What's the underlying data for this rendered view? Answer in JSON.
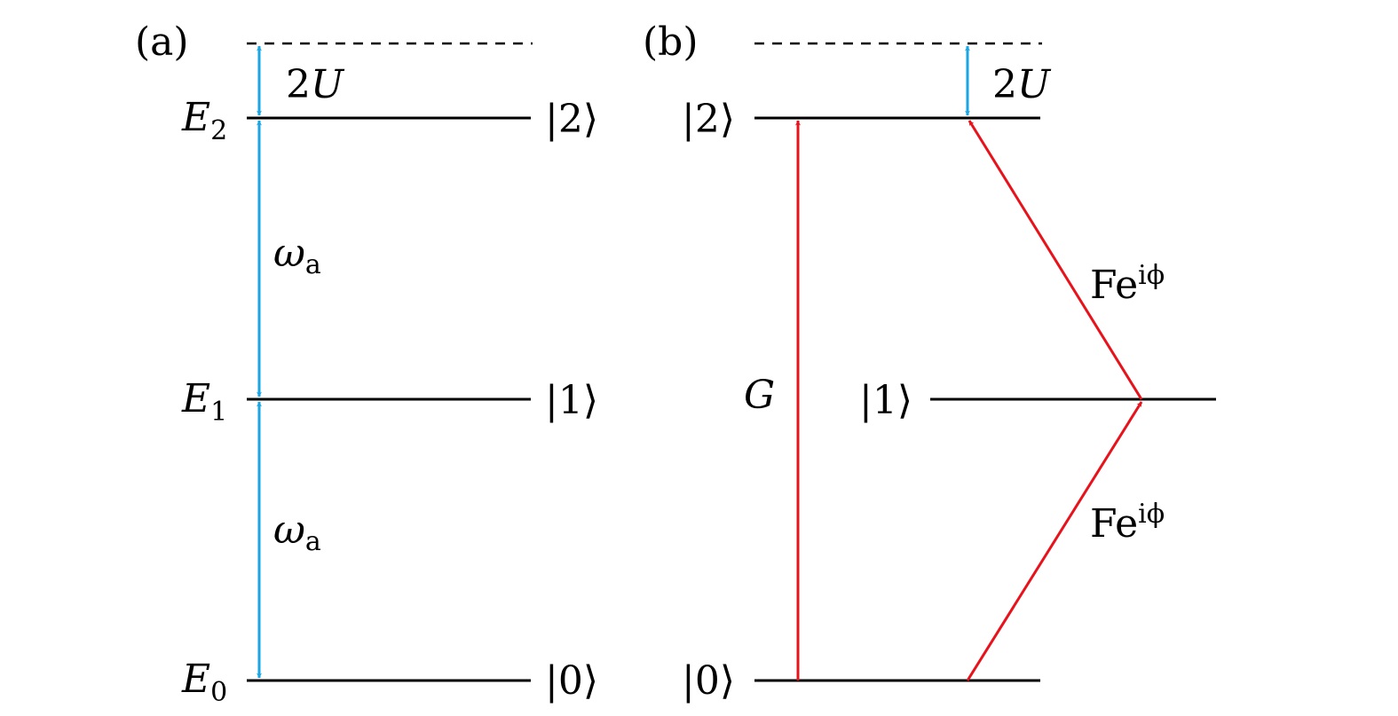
{
  "colors": {
    "level": "#000000",
    "cyan_arrow": "#1aa6e2",
    "red_arrow": "#e8121b"
  },
  "panel_a": {
    "label": "(a)",
    "energy_labels": {
      "e2": {
        "main": "E",
        "sub": "2"
      },
      "e1": {
        "main": "E",
        "sub": "1"
      },
      "e0": {
        "main": "E",
        "sub": "0"
      }
    },
    "state_labels": {
      "s2": "|2⟩",
      "s1": "|1⟩",
      "s0": "|0⟩"
    },
    "u_label": {
      "num": "2",
      "var": "U"
    },
    "omega_labels": [
      {
        "main": "ω",
        "sub": "a"
      },
      {
        "main": "ω",
        "sub": "a"
      }
    ]
  },
  "panel_b": {
    "label": "(b)",
    "state_labels": {
      "s2": "|2⟩",
      "s1": "|1⟩",
      "s0": "|0⟩"
    },
    "u_label": {
      "num": "2",
      "var": "U"
    },
    "g_label": "G",
    "coupling_labels": [
      {
        "main": "Fe",
        "sup": "iϕ"
      },
      {
        "main": "Fe",
        "sup": "iϕ"
      }
    ]
  }
}
